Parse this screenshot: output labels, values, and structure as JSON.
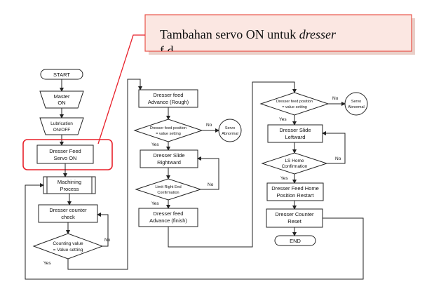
{
  "callout": {
    "line1": "Tambahan servo ON untuk ",
    "line1_italic": "dresser",
    "line2_fragment": "f      d",
    "border_color": "#e8534a",
    "bg_color": "#fbe7e2"
  },
  "highlight_color": "#e8202a",
  "nodes": {
    "start": "START",
    "master": [
      "Master",
      "ON"
    ],
    "lubrication": [
      "Lubrication",
      "ON/OFF"
    ],
    "dresser_feed_servo": [
      "Dresser Feed",
      "Servo ON"
    ],
    "machining": [
      "Machining",
      "Process"
    ],
    "counter_check": [
      "Dresser counter",
      "check"
    ],
    "counting": [
      "Counting value",
      "= Value setting"
    ],
    "advance_rough": [
      "Dresser feed",
      "Advance (Rough)"
    ],
    "feed_pos_1": [
      "Dresser feed position",
      "= value setting"
    ],
    "servo_abn_1": [
      "Servo",
      "Abnormal"
    ],
    "slide_right": [
      "Dresser Slide",
      "Rightward"
    ],
    "limit_right": [
      "Limit Right End",
      "Confirmation"
    ],
    "advance_finish": [
      "Dresser feed",
      "Advance (finish)"
    ],
    "feed_pos_2": [
      "Dresser feed position",
      "= value setting"
    ],
    "servo_abn_2": [
      "Servo",
      "Abnormal"
    ],
    "slide_left": [
      "Dresser Slide",
      "Leftward"
    ],
    "ls_home": [
      "LS Home",
      "Confirmation"
    ],
    "home_restart": [
      "Dresser Feed Home",
      "Position Restart"
    ],
    "counter_reset": [
      "Dresser Counter",
      "Reset"
    ],
    "end": "END"
  },
  "labels": {
    "yes": "Yes",
    "no": "No"
  }
}
